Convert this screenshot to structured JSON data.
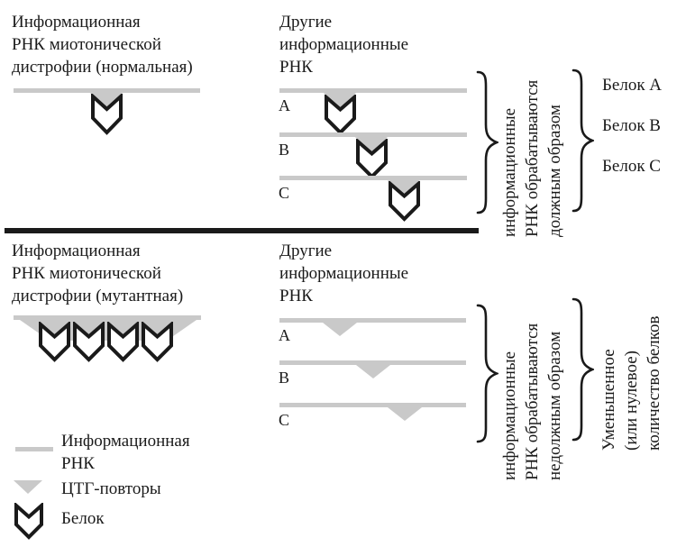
{
  "palette": {
    "ink": "#1a1a1a",
    "gray": "#c9c9c9",
    "background": "#ffffff"
  },
  "normal_section": {
    "title_lines": [
      "Информационная",
      "РНК миотонической",
      "дистрофии (нормальная)"
    ],
    "others_title_lines": [
      "Другие",
      "информационные",
      "РНК"
    ],
    "rows": [
      {
        "label": "A"
      },
      {
        "label": "B"
      },
      {
        "label": "C"
      }
    ],
    "processing_note_lines": [
      "информационные",
      "РНК обрабатываются",
      "должным образом"
    ],
    "protein_labels": [
      "Белок A",
      "Белок B",
      "Белок C"
    ]
  },
  "mutant_section": {
    "title_lines": [
      "Информационная",
      "РНК миотонической",
      "дистрофии (мутантная)"
    ],
    "others_title_lines": [
      "Другие",
      "информационные",
      "РНК"
    ],
    "rows": [
      {
        "label": "A"
      },
      {
        "label": "B"
      },
      {
        "label": "C"
      }
    ],
    "processing_note_lines": [
      "информационные",
      "РНК обрабатываются",
      "недолжным образом"
    ],
    "outcome_note_lines": [
      "Уменьшенное",
      "(или нулевое)",
      "количество белков"
    ]
  },
  "legend": {
    "items": [
      {
        "icon": "mrna-line-swatch",
        "label_lines": [
          "Информационная",
          "РНК"
        ]
      },
      {
        "icon": "ctg-repeats-triangle",
        "label_lines": [
          "ЦТГ-повторы"
        ]
      },
      {
        "icon": "protein-chevron",
        "label_lines": [
          "Белок"
        ]
      }
    ]
  }
}
